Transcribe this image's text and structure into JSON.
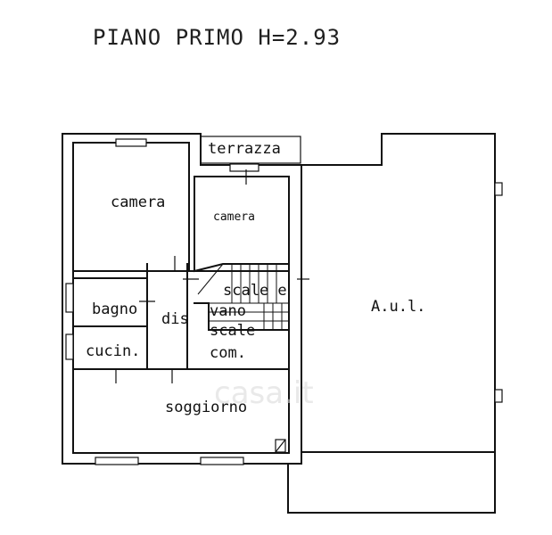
{
  "title": "PIANO PRIMO H=2.93",
  "rooms": {
    "terrazza": "terrazza",
    "camera_large": "camera",
    "camera_small": "camera",
    "bagno": "bagno",
    "dis": "dis",
    "cucina": "cucin.",
    "scale_e": "scale e",
    "vano": "vano",
    "scale": "scale",
    "com": "com.",
    "soggiorno": "soggiorno",
    "aul": "A.u.l."
  },
  "watermark": "casa.it"
}
